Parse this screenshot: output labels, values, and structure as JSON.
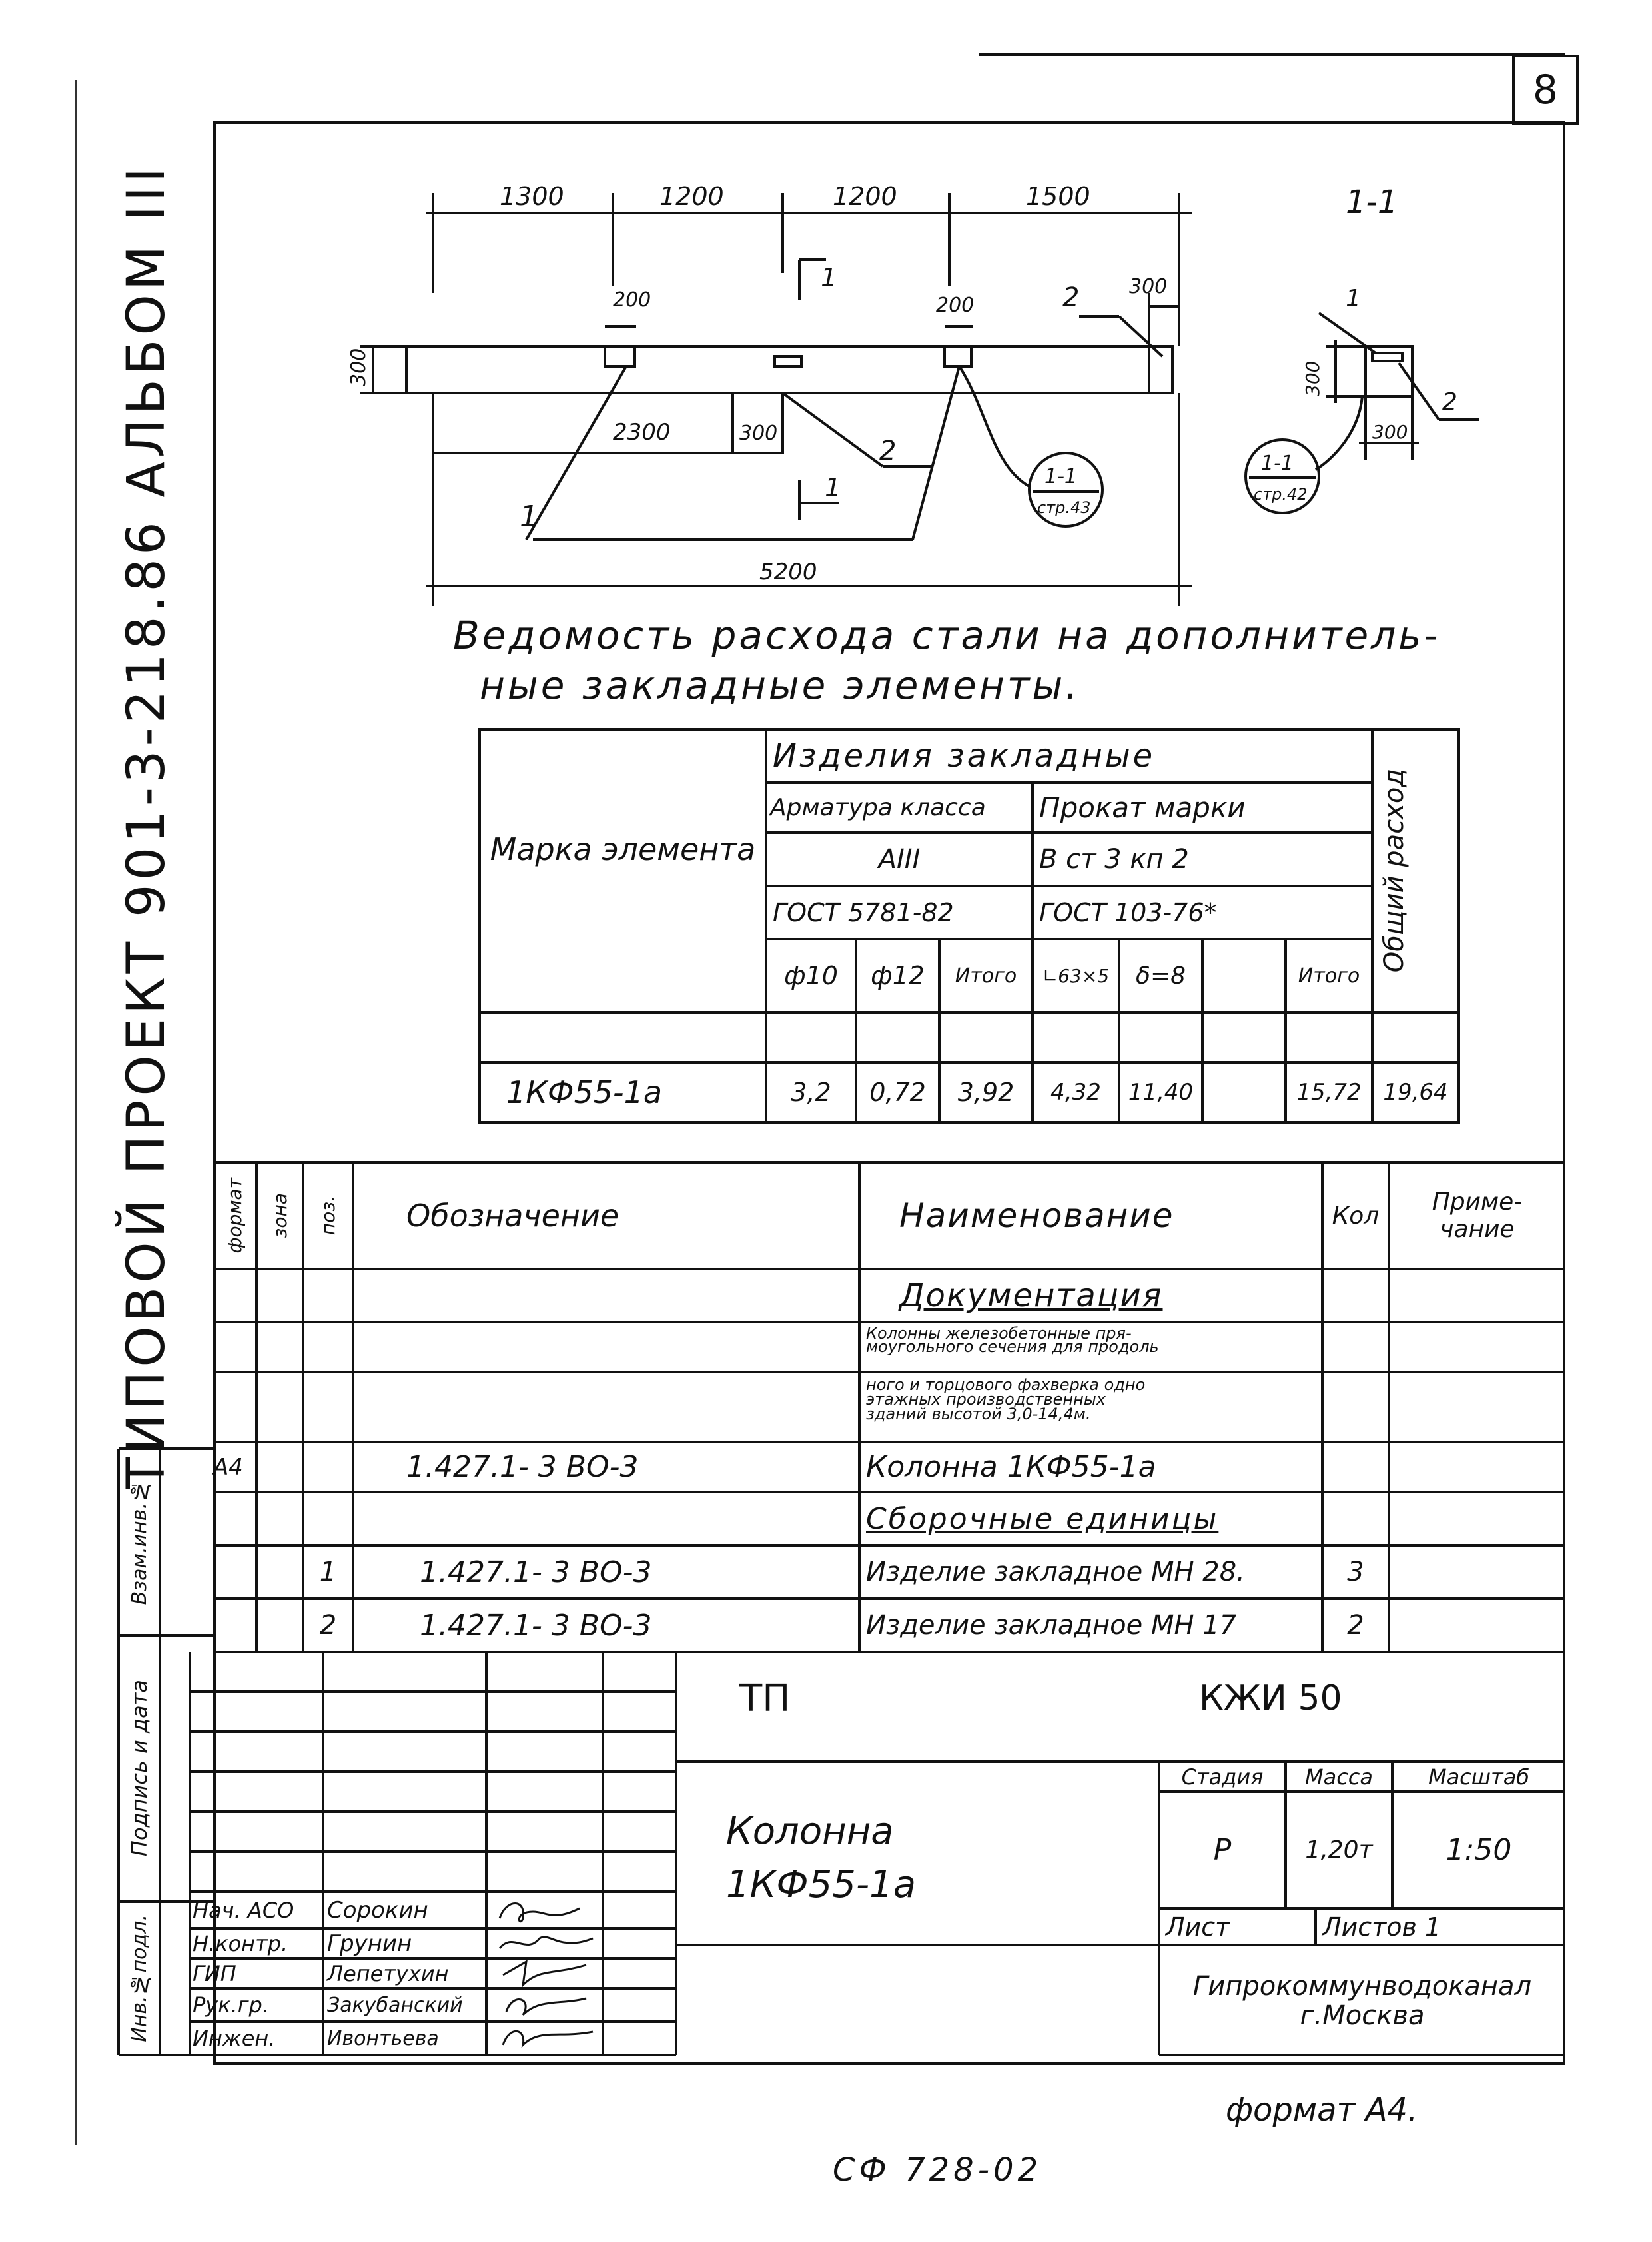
{
  "page_number": "8",
  "side_title": "ТИПОВОЙ ПРОЕКТ 901-3-218.86 АЛЬБОМ III",
  "drawing": {
    "dims_top": [
      "1300",
      "1200",
      "1200",
      "1500"
    ],
    "dim_200a": "200",
    "dim_200b": "200",
    "dim_300_right": "300",
    "dim_300_left": "300",
    "dim_2300": "2300",
    "dim_300_mid": "300",
    "dim_5200": "5200",
    "label_1_section": "1",
    "label_1_section_b": "1",
    "leader_1": "1",
    "leader_2_top": "2",
    "leader_2_mid": "2",
    "callout_a_top": "1-1",
    "callout_a_bottom": "стр.43",
    "section_title": "1-1",
    "section_dim_300_v": "300",
    "section_dim_300_h": "300",
    "section_leader_1": "1",
    "section_leader_2": "2",
    "callout_b_top": "1-1",
    "callout_b_bottom": "стр.42"
  },
  "steel_statement": {
    "title_line1": "Ведомость расхода стали на дополнитель-",
    "title_line2": "ные закладные элементы.",
    "h_mark": "Марка элемента",
    "h_embedded": "Изделия закладные",
    "h_rebar_class": "Арматура класса",
    "h_rebar_grade": "АIII",
    "h_rebar_gost": "ГОСТ 5781-82",
    "h_rolled": "Прокат марки",
    "h_rolled_grade": "В ст 3 кп 2",
    "h_rolled_gost": "ГОСТ 103-76*",
    "h_total": "Общий расход",
    "cols": [
      "ф10",
      "ф12",
      "Итого",
      "∟63×5",
      "δ=8",
      "",
      "Итого"
    ],
    "row_mark": "1КФ55-1а",
    "row_values": [
      "3,2",
      "0,72",
      "3,92",
      "4,32",
      "11,40",
      "",
      "15,72",
      "19,64"
    ]
  },
  "spec": {
    "h_format": "формат",
    "h_zone": "зона",
    "h_pos": "поз.",
    "h_designation": "Обозначение",
    "h_name": "Наименование",
    "h_qty": "Кол",
    "h_note": "Приме-чание",
    "section_docs": "Документация",
    "docs_text_1": "Колонны железобетонные пря-",
    "docs_text_2": "моугольного сечения для продоль",
    "docs_text_3": "ного и торцового фахверка одно",
    "docs_text_4": "этажных производственных",
    "docs_text_5": "зданий высотой 3,0-14,4м.",
    "row_col_format": "А4",
    "row_col_designation": "1.427.1- 3  ВО-3",
    "row_col_name": "Колонна 1КФ55-1а",
    "section_assemblies": "Сборочные единицы",
    "row1_pos": "1",
    "row1_designation": "1.427.1- 3  ВО-3",
    "row1_name": "Изделие закладное МН 28.",
    "row1_qty": "3",
    "row2_pos": "2",
    "row2_designation": "1.427.1- 3  ВО-3",
    "row2_name": "Изделие закладное МН 17",
    "row2_qty": "2"
  },
  "left_stamp": [
    "Инв.№подл.",
    "Подпись и дата",
    "Взам.инв.№"
  ],
  "title_block": {
    "tp": "ТП",
    "code": "КЖИ 50",
    "h_stage": "Стадия",
    "h_mass": "Масса",
    "h_scale": "Масштаб",
    "stage": "Р",
    "mass": "1,20т",
    "scale": "1:50",
    "sheet": "Лист",
    "sheets": "Листов 1",
    "name_line1": "Колонна",
    "name_line2": "1КФ55-1а",
    "org_line1": "Гипрокоммунводоканал",
    "org_line2": "г.Москва",
    "people": [
      {
        "role": "Нач. АСО",
        "name": "Сорокин"
      },
      {
        "role": "Н.контр.",
        "name": "Грунин"
      },
      {
        "role": "ГИП",
        "name": "Лепетухин"
      },
      {
        "role": "Рук.гр.",
        "name": "Закубанский"
      },
      {
        "role": "Инжен.",
        "name": "Ивонтьева"
      }
    ]
  },
  "format_note": "формат А4.",
  "bottom_code": "СФ 728-02"
}
